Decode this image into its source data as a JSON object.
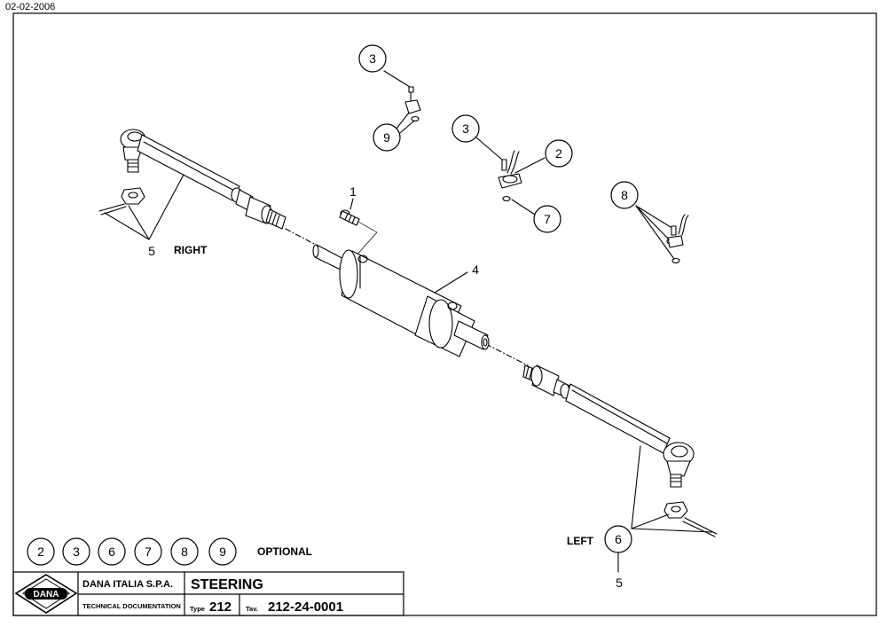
{
  "sheet": {
    "date": "02-02-2006"
  },
  "parts": {
    "callout_1": "1",
    "callout_2": "2",
    "callout_3a": "3",
    "callout_3b": "3",
    "callout_4": "4",
    "callout_5": "5",
    "callout_5b": "5",
    "callout_6": "6",
    "callout_7": "7",
    "callout_8": "8",
    "callout_9": "9",
    "side_right": "RIGHT",
    "side_left": "LEFT"
  },
  "optional": {
    "items": [
      "2",
      "3",
      "6",
      "7",
      "8",
      "9"
    ],
    "label": "OPTIONAL"
  },
  "title_block": {
    "logo_text": "DANA",
    "company": "DANA ITALIA S.P.A.",
    "doc_type": "TECHNICAL DOCUMENTATION",
    "title": "STEERING",
    "type_label": "Type",
    "type_value": "212",
    "tav_label": "Tav.",
    "tav_value": "212-24-0001"
  },
  "colors": {
    "line": "#000000",
    "paper": "#ffffff"
  }
}
